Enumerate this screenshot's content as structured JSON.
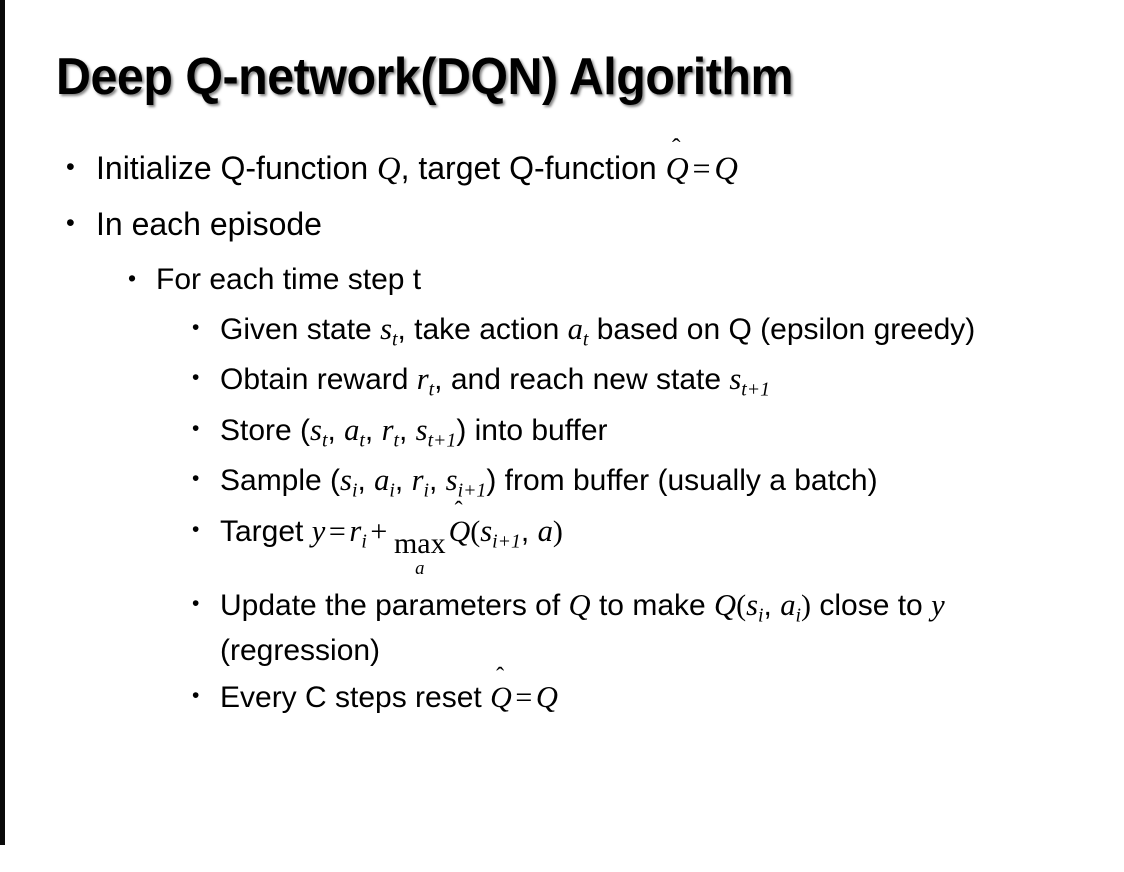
{
  "slide": {
    "title": "Deep Q-network(DQN) Algorithm",
    "background_color": "#ffffff",
    "text_color": "#000000",
    "edge_strip_color": "#0a0a0a",
    "bullet_glyph": "•"
  },
  "bullets": {
    "initialize": {
      "pre": "Initialize Q-function ",
      "var_q1": "Q",
      "mid": ", target Q-function ",
      "qhat": "Q",
      "hat": "̂",
      "equals": "=",
      "var_q2": "Q"
    },
    "in_each_episode": "In each episode",
    "for_each_time_step": "For each time step t",
    "given_state": {
      "pre": "Given state ",
      "var_s": "s",
      "sub_s": "t",
      "mid": ", take action ",
      "var_a": "a",
      "sub_a": "t",
      "post": " based on Q (epsilon greedy)"
    },
    "obtain_reward": {
      "pre": "Obtain reward ",
      "var_r": "r",
      "sub_r": "t",
      "mid": ", and reach new state ",
      "var_s": "s",
      "sub_s": "t+1"
    },
    "store": {
      "pre": "Store (",
      "var_s1": "s",
      "sub_s1": "t",
      "sep1": ", ",
      "var_a": "a",
      "sub_a": "t",
      "sep2": ", ",
      "var_r": "r",
      "sub_r": "t",
      "sep3": ", ",
      "var_s2": "s",
      "sub_s2": "t+1",
      "post": ") into buffer"
    },
    "sample": {
      "pre": "Sample (",
      "var_s1": "s",
      "sub_s1": "i",
      "sep1": ", ",
      "var_a": "a",
      "sub_a": "i",
      "sep2": ", ",
      "var_r": "r",
      "sub_r": "i",
      "sep3": ", ",
      "var_s2": "s",
      "sub_s2": "i+1",
      "post": ") from buffer (usually a batch)"
    },
    "target": {
      "pre": "Target ",
      "var_y": "y",
      "equals": "=",
      "var_r": "r",
      "sub_r": "i",
      "plus": "+",
      "max_op": "max",
      "max_limit": "a",
      "qhat": "Q",
      "hat": "̂",
      "open": "(",
      "var_s": "s",
      "sub_s": "i+1",
      "comma": ", ",
      "var_a": "a",
      "close": ")"
    },
    "update": {
      "pre": "Update the parameters of ",
      "var_q1": "Q",
      "mid": " to make ",
      "var_q2": "Q",
      "open": "(",
      "var_s": "s",
      "sub_s": "i",
      "comma": ", ",
      "var_a": "a",
      "sub_a": "i",
      "close": ")",
      "post": " close to ",
      "var_y": "y",
      "tail": " (regression)"
    },
    "every_c_steps": {
      "pre": "Every C steps reset ",
      "qhat": "Q",
      "hat": "̂",
      "equals": "=",
      "var_q": "Q"
    }
  }
}
